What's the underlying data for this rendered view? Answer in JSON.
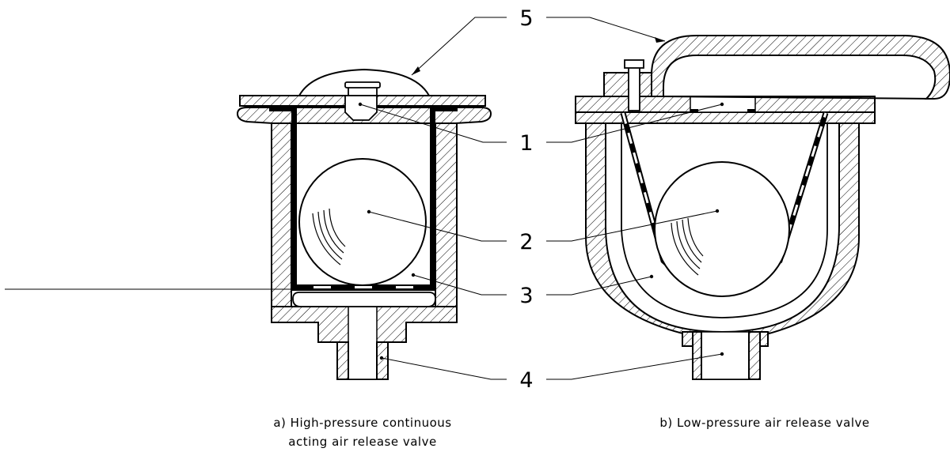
{
  "callouts": {
    "c1": "1",
    "c2": "2",
    "c3": "3",
    "c4": "4",
    "c5": "5"
  },
  "captions": {
    "a_line1": "a) High-pressure continuous",
    "a_line2": "acting air release valve",
    "b_line1": "b) Low-pressure air release valve"
  },
  "colors": {
    "line": "#000000",
    "background": "#ffffff"
  }
}
